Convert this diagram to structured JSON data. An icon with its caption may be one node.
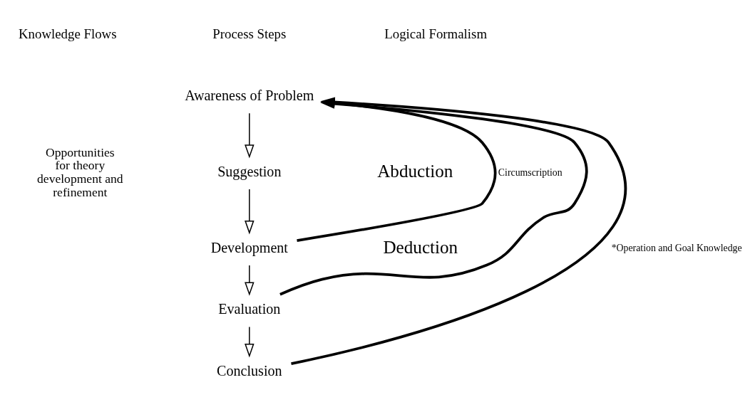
{
  "diagram": {
    "nodes": [
      {
        "text": [
          "Awareness of Problem"
        ]
      },
      {
        "text": [
          "Suggestion"
        ]
      },
      {
        "text": [
          "Development"
        ]
      },
      {
        "text": [
          "Evaluation"
        ]
      },
      {
        "text": [
          "Conclusion"
        ]
      }
    ],
    "edges": [
      {
        "from": 0,
        "to": 1,
        "arrow": "to"
      },
      {
        "from": 1,
        "to": 2,
        "arrow": "to"
      },
      {
        "from": 2,
        "to": 3,
        "arrow": "to"
      },
      {
        "from": 3,
        "to": 4,
        "arrow": "to"
      },
      {
        "from": 2,
        "to": 0,
        "arrow": "to",
        "style": "thick",
        "label": "Circumscription"
      },
      {
        "from": 3,
        "to": 0,
        "arrow": "to",
        "style": "thick"
      },
      {
        "from": 4,
        "to": 0,
        "arrow": "to",
        "style": "thick",
        "label": "*Operation and Goal Knowledge"
      }
    ],
    "labels": [
      "Knowledge Flows",
      "Process Steps",
      "Logical Formalism",
      "Abduction",
      "Opportunities for theory development and refinement",
      "Deduction"
    ]
  }
}
